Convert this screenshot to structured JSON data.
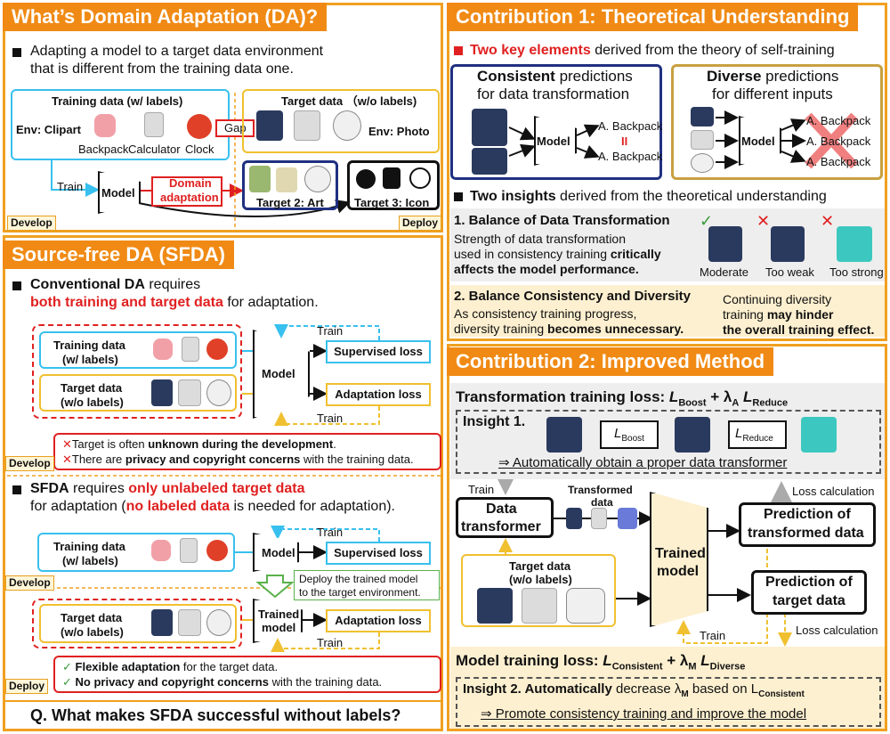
{
  "da": {
    "title": "What’s Domain Adaptation (DA)?",
    "desc1": "Adapting a model to a target data environment",
    "desc2": "that is different from the training data one.",
    "train_box": "Training data (w/ labels)",
    "env_clip": "Env: Clipart",
    "items": [
      "Backpack",
      "Calculator",
      "Clock"
    ],
    "gap": "Gap",
    "target_box": "Target data （w/o labels)",
    "env_photo": "Env: Photo",
    "train": "Train",
    "model": "Model",
    "domain_adapt_1": "Domain",
    "domain_adapt_2": "adaptation",
    "target2": "Target 2: Art",
    "target3": "Target 3: Icon",
    "develop": "Develop",
    "deploy": "Deploy"
  },
  "sfda": {
    "title": "Source-free DA (SFDA)",
    "conv_1a": "Conventional DA",
    "conv_1b": " requires",
    "conv_2a": "both training and target data",
    "conv_2b": " for adaptation.",
    "train_w1": "Training data",
    "train_w2": "(w/ labels)",
    "target_w1": "Target data",
    "target_w2": "(w/o labels)",
    "model": "Model",
    "trained_model_1": "Trained",
    "trained_model_2": "model",
    "train": "Train",
    "sup_loss": "Supervised loss",
    "adapt_loss": "Adaptation loss",
    "x1a": "Target is often ",
    "x1b": "unknown during the development",
    "x1c": ".",
    "x2a": "There are ",
    "x2b": "privacy and copyright concerns",
    "x2c": " with the training data.",
    "sfda_1a": "SFDA",
    "sfda_1b": " requires ",
    "sfda_1c": "only unlabeled target data",
    "sfda_2a": "for adaptation (",
    "sfda_2b": "no labeled data",
    "sfda_2c": " is needed for adaptation).",
    "deploy_note_1": "Deploy the trained model",
    "deploy_note_2": "to the target environment.",
    "c1a": "Flexible adaptation",
    "c1b": " for the target data.",
    "c2a": "No privacy and copyright concerns",
    "c2b": " with the training data.",
    "develop": "Develop",
    "deploy": "Deploy",
    "question": "Q. What makes SFDA successful without labels?"
  },
  "c1": {
    "title": "Contribution 1: Theoretical Understanding",
    "key_a": "Two key elements",
    "key_b": " derived from the theory of self-training",
    "cons_a": "Consistent",
    "cons_b": " predictions",
    "cons_c": "for data transformation",
    "div_a": "Diverse",
    "div_b": " predictions",
    "div_c": "for different inputs",
    "model": "Model",
    "pred": "A. Backpack",
    "eq": "II",
    "ins_a": "Two insights",
    "ins_b": " derived from the theoretical understanding",
    "b1_title": "1. Balance of Data Transformation",
    "b1_l1": "Strength of data transformation",
    "b1_l2a": "used in consistency training ",
    "b1_l2b": "critically",
    "b1_l3": "affects the model performance.",
    "moderate": "Moderate",
    "too_weak": "Too weak",
    "too_strong": "Too strong",
    "b2_title": "2. Balance Consistency and Diversity",
    "b2_l1": "As consistency training progress,",
    "b2_l2a": "diversity training ",
    "b2_l2b": "becomes unnecessary.",
    "b2_r1": "Continuing diversity",
    "b2_r2a": "training ",
    "b2_r2b": "may hinder",
    "b2_r3": "the overall training effect."
  },
  "c2": {
    "title": "Contribution 2: Improved Method",
    "tl": "Transformation training loss: ",
    "l_boost": "L",
    "boost_sub": "Boost",
    "plus_lam": " + λ",
    "a_sub": "A",
    "l_reduce": " L",
    "reduce_sub": "Reduce",
    "insight1": "Insight 1.",
    "auto1": "⇒ Automatically obtain a proper data transformer",
    "train": "Train",
    "data_tr_1": "Data",
    "data_tr_2": "transformer",
    "transformed_1": "Transformed",
    "transformed_2": "data",
    "trained_1": "Trained",
    "trained_2": "model",
    "pred_tr_1": "Prediction of",
    "pred_tr_2": "transformed data",
    "pred_tg_1": "Prediction of",
    "pred_tg_2": "target data",
    "loss_calc": "Loss calculation",
    "target_1": "Target data",
    "target_2": "(w/o labels)",
    "ml": "Model training loss: ",
    "l_cons": "L",
    "cons_sub": "Consistent",
    "plus_m": " + λ",
    "m_sub": "M",
    "l_div": " L",
    "div_sub": "Diverse",
    "insight2": "Insight 2.  ",
    "ins2_b": "Automatically",
    "ins2_c": " decrease λ",
    "ins2_m": "M",
    "ins2_d": " based on L",
    "ins2_sub": "Consistent",
    "promote": "⇒ Promote consistency training and improve the model"
  }
}
